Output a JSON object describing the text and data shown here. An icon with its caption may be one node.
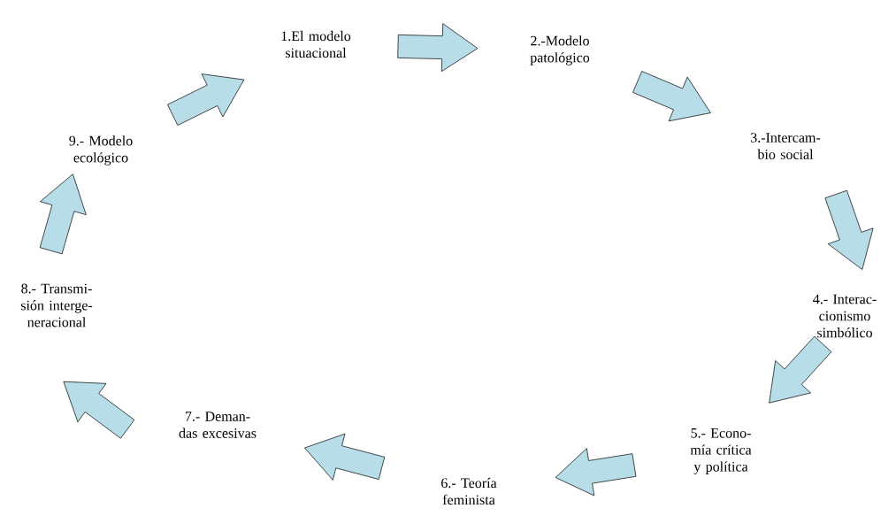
{
  "diagram": {
    "nodes": [
      {
        "text": [
          "1.El modelo situacional"
        ]
      },
      {
        "text": [
          "2.-Modelo patológico"
        ]
      },
      {
        "text": [
          "3.-Intercam- bio social"
        ]
      },
      {
        "text": [
          "4.- Interac- cionismo simbólico"
        ]
      },
      {
        "text": [
          "5.- Econo- mía crítica y política"
        ]
      },
      {
        "text": [
          "6.- Teoría feminista"
        ]
      },
      {
        "text": [
          "7.- Deman- das excesivas"
        ]
      },
      {
        "text": [
          "8.- Transmi- sión interge- neracional"
        ]
      },
      {
        "text": [
          "9.- Modelo ecológico"
        ]
      }
    ],
    "edges": [
      {
        "from": 0,
        "to": 1,
        "arrow": "to"
      },
      {
        "from": 1,
        "to": 2,
        "arrow": "to"
      },
      {
        "from": 2,
        "to": 3,
        "arrow": "to"
      },
      {
        "from": 3,
        "to": 4,
        "arrow": "to"
      },
      {
        "from": 4,
        "to": 5,
        "arrow": "to"
      },
      {
        "from": 5,
        "to": 6,
        "arrow": "to"
      },
      {
        "from": 6,
        "to": 7,
        "arrow": "to"
      },
      {
        "from": 7,
        "to": 8,
        "arrow": "to"
      },
      {
        "from": 8,
        "to": 0,
        "arrow": "to"
      }
    ]
  }
}
